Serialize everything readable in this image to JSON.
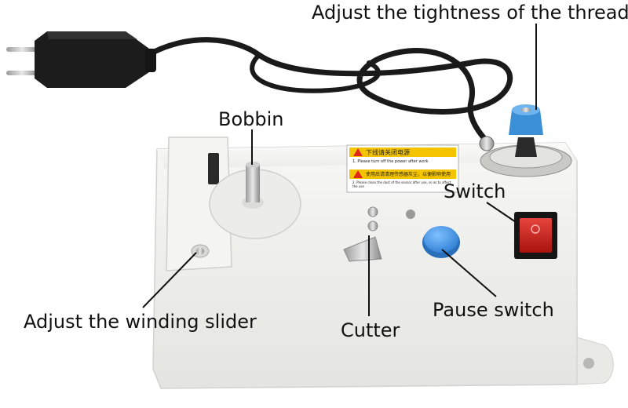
{
  "callouts": {
    "thread_tightness": "Adjust the tightness of the thread",
    "bobbin": "Bobbin",
    "switch": "Switch",
    "winding_slider": "Adjust the winding slider",
    "cutter": "Cutter",
    "pause_switch": "Pause switch"
  },
  "warning_label": {
    "line1_cn": "下线请关闭电源",
    "line1_en": "1. Please turn off the power after work",
    "line2_cn": "使用后请清理传感器灰尘，以便影响使用",
    "line2_en": "2. Please clean the dust of the sensor after use, so as to affect the use"
  },
  "colors": {
    "body": "#f1f1ef",
    "pause_button": "#3d8fe0",
    "tension_knob": "#3a8fd6",
    "rocker_switch": "#d4201a",
    "cable": "#1a1a1a",
    "warning_yellow": "#f4c400"
  }
}
